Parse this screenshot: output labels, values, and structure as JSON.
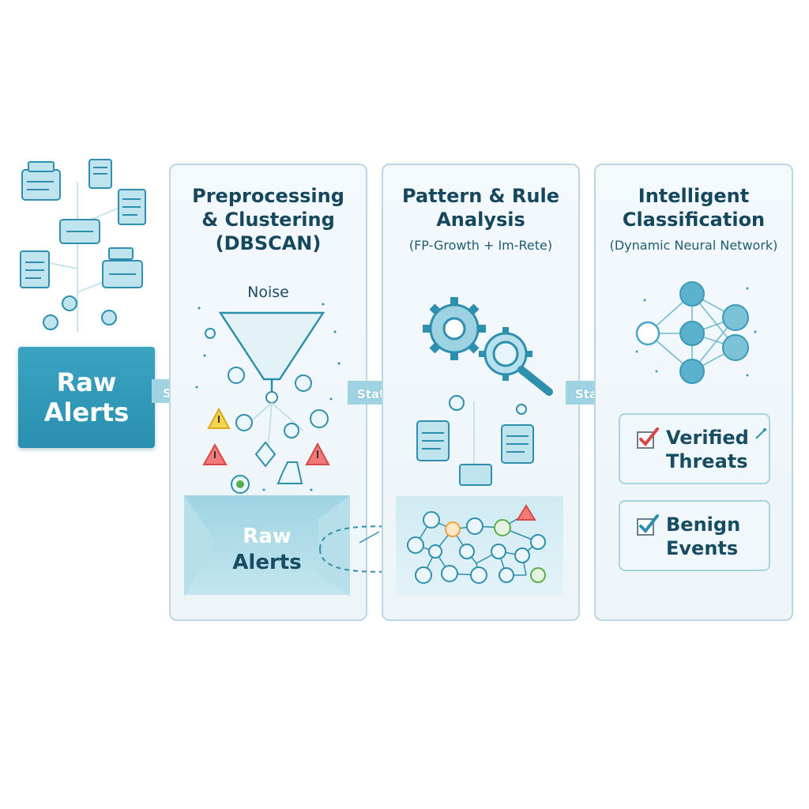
{
  "source": {
    "label_line1": "Raw",
    "label_line2": "Alerts"
  },
  "arrows": [
    {
      "label": "State"
    },
    {
      "label": "State"
    },
    {
      "label": "State"
    }
  ],
  "stages": [
    {
      "title_line1": "Preprocessing",
      "title_line2": "& Clustering",
      "title_line3": "(DBSCAN)",
      "noise_label": "Noise",
      "output_line1": "Raw",
      "output_line2": "Alerts"
    },
    {
      "title_line1": "Pattern & Rule",
      "title_line2": "Analysis",
      "subtitle": "(FP-Growth + Im-Rete)"
    },
    {
      "title_line1": "Intelligent",
      "title_line2": "Classification",
      "subtitle": "(Dynamic Neural Network)",
      "results": [
        {
          "line1": "Verified",
          "line2": "Threats",
          "check_color": "#d94848"
        },
        {
          "line1": "Benign",
          "line2": "Events",
          "check_color": "#2a8fb0"
        }
      ]
    }
  ],
  "colors": {
    "accent": "#2a8fb0",
    "panel_border": "#bcd6e3",
    "text_dark": "#15485e",
    "warning_red": "#e05050",
    "warning_yellow": "#f2c230",
    "success_green": "#5aae4c"
  }
}
